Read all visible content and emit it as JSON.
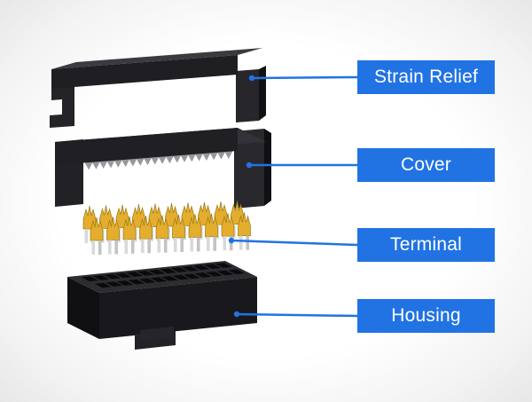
{
  "diagram": {
    "labels": [
      {
        "text": "Strain Relief"
      },
      {
        "text": "Cover"
      },
      {
        "text": "Terminal"
      },
      {
        "text": "Housing"
      }
    ],
    "colors": {
      "label_background": "#2173e3",
      "label_text": "#ffffff",
      "leader_line": "#2173e3",
      "part_body_dark": "#1c1c20",
      "part_body_light": "#3a3a40",
      "teeth_gray": "#96989c",
      "terminal_gold": "#e4ad2e",
      "terminal_silver": "#d8d9db",
      "background": "#ffffff"
    }
  }
}
